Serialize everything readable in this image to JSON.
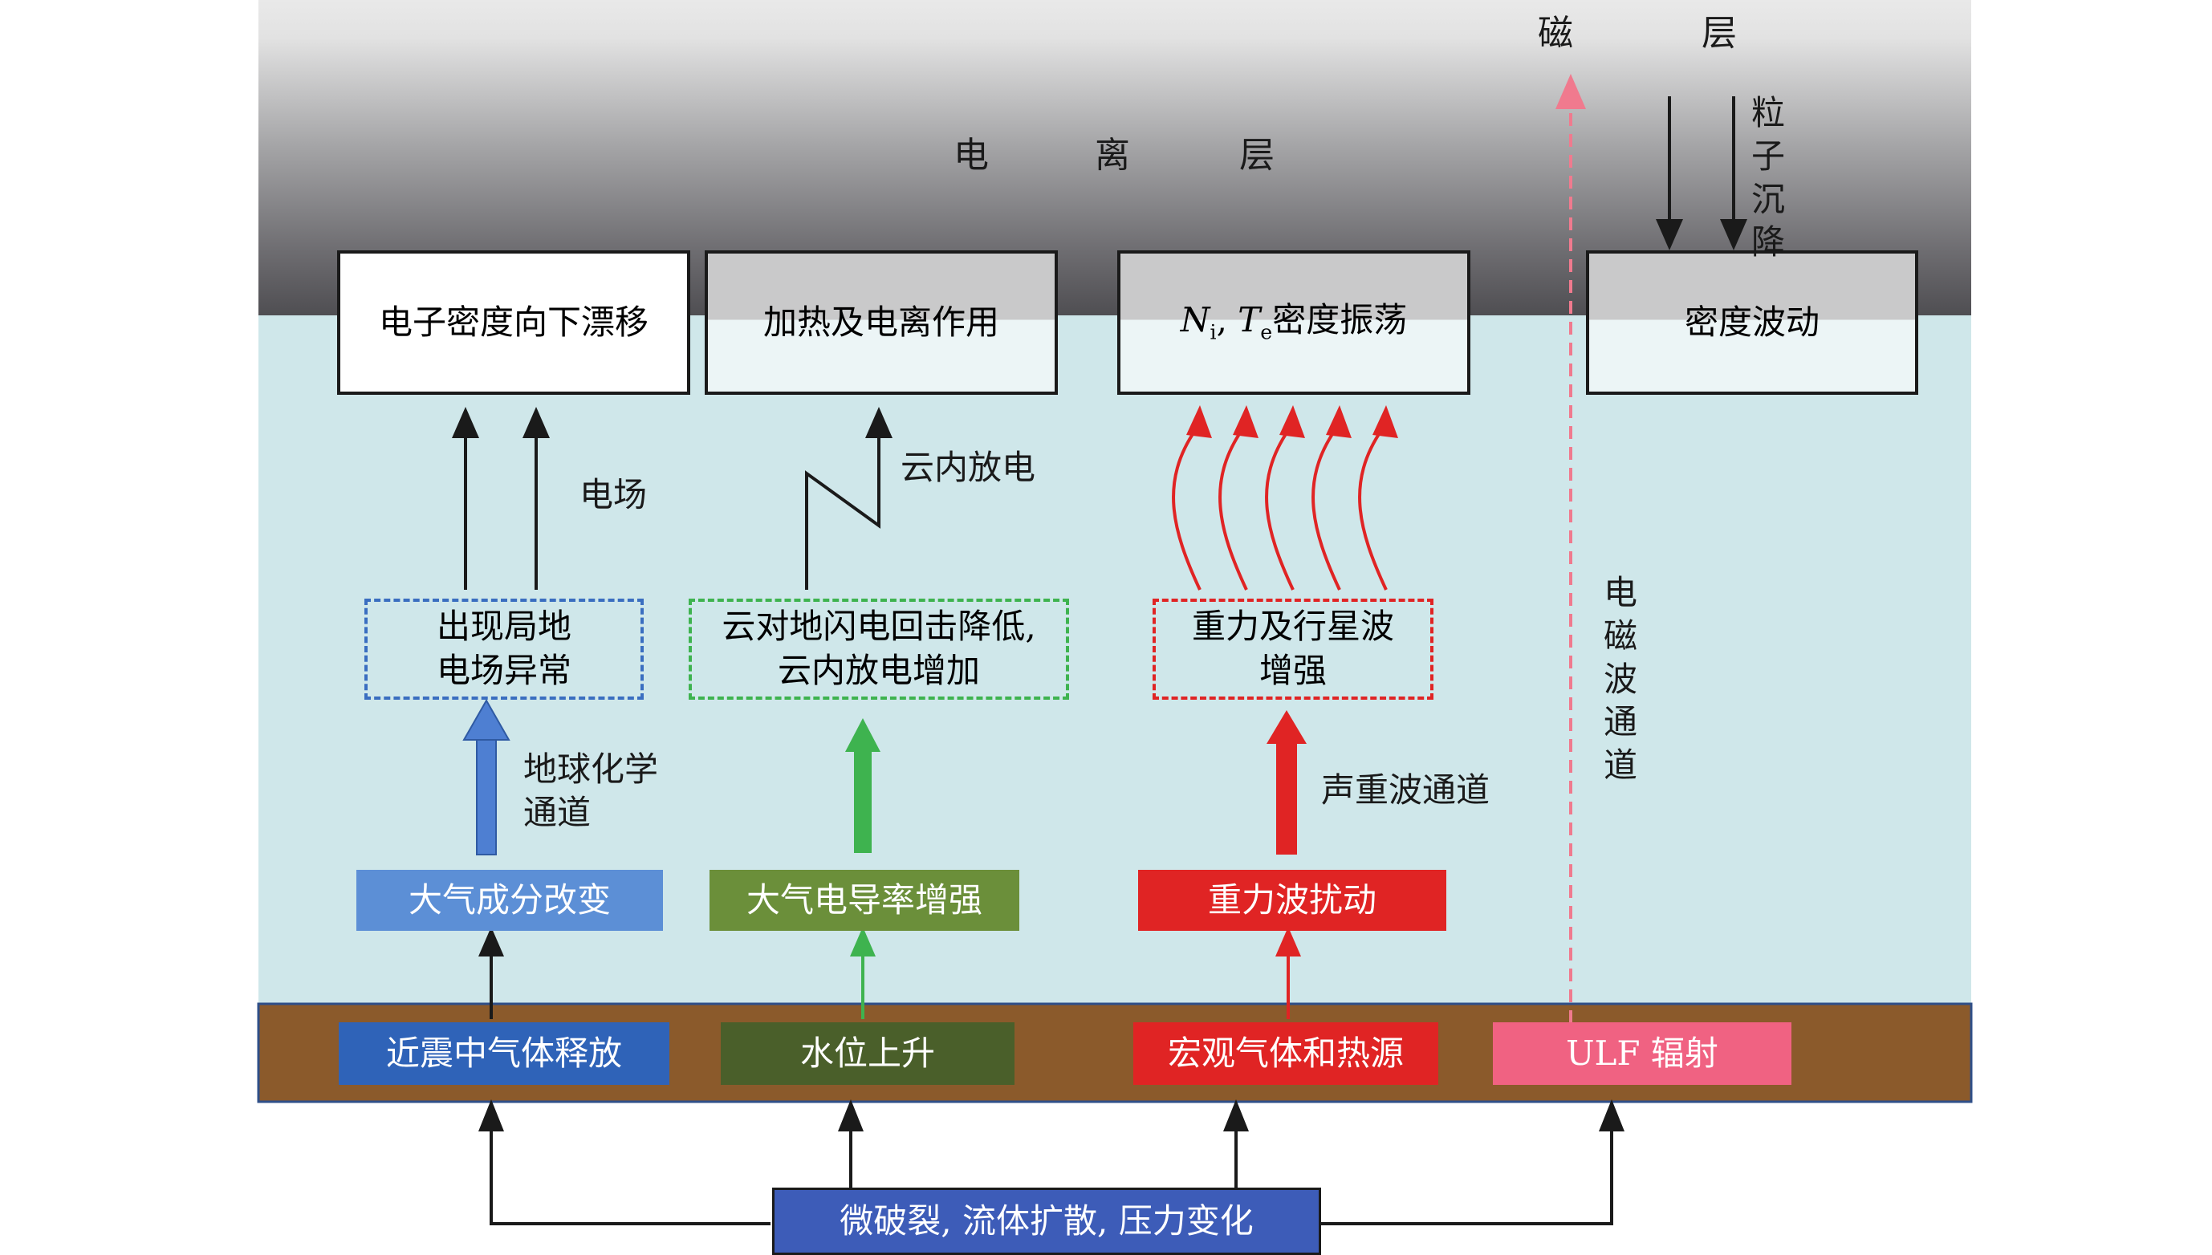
{
  "layers": {
    "magnetosphere": [
      "磁",
      "层"
    ],
    "ionosphere": [
      "电",
      "离",
      "层"
    ]
  },
  "top_boxes": {
    "drift": "电子密度向下漂移",
    "heating": "加热及电离作用",
    "oscillation_ni": "N",
    "oscillation_ni_sub": "i",
    "oscillation_sep": ", ",
    "oscillation_te": "T",
    "oscillation_te_sub": "e",
    "oscillation_tail": "密度振荡",
    "fluctuation": "密度波动"
  },
  "labels": {
    "particle_precipitation": "粒子沉降",
    "electric_field": "电场",
    "intracloud_discharge": "云内放电",
    "em_channel": "电磁波通道",
    "geochem_line1": "地球化学",
    "geochem_line2": "通道",
    "acoustic_gravity_channel": "声重波通道"
  },
  "middle_boxes": {
    "local_field_line1": "出现局地",
    "local_field_line2": "电场异常",
    "lightning_line1": "云对地闪电回击降低,",
    "lightning_line2": "云内放电增加",
    "gravity_line1": "重力及行星波",
    "gravity_line2": "增强"
  },
  "atmos_boxes": {
    "composition": "大气成分改变",
    "conductivity": "大气电导率增强",
    "gravity_disturbance": "重力波扰动"
  },
  "ground_boxes": {
    "gas_release": "近震中气体释放",
    "water_level": "水位上升",
    "macro_gas_heat": "宏观气体和热源",
    "ulf": "ULF 辐射"
  },
  "source": "微破裂, 流体扩散, 压力变化",
  "colors": {
    "blue": "#3a6ec0",
    "light_blue_fill": "#5c8fd6",
    "dark_blue_fill": "#2f63b8",
    "green": "#3eb34f",
    "olive_fill": "#6b8f3a",
    "dark_olive_fill": "#4a5f2a",
    "red": "#e02424",
    "pink": "#f06282",
    "dashed_pink": "#f07a8e",
    "ground": "#8b5a2b",
    "atmosphere": "#cfe7ea",
    "source_fill": "#3d5cb8"
  }
}
